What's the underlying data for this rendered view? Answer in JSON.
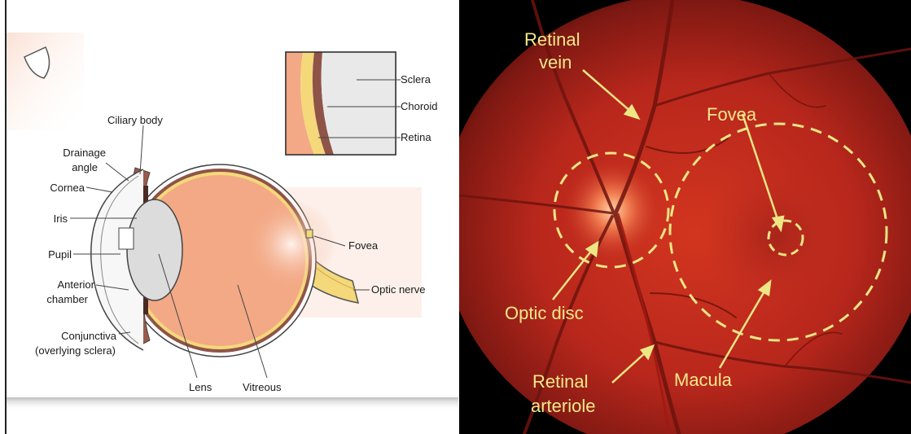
{
  "colors": {
    "accent": "#ede685",
    "retina_fill": "#f3a985",
    "fundus_red": "#b8271c"
  },
  "eye_diagram": {
    "labels": {
      "ciliary_body": "Ciliary body",
      "drainage_angle_line1": "Drainage",
      "drainage_angle_line2": "angle",
      "cornea": "Cornea",
      "iris": "Iris",
      "pupil": "Pupil",
      "anterior_chamber_line1": "Anterior",
      "anterior_chamber_line2": "chamber",
      "conjunctiva_line1": "Conjunctiva",
      "conjunctiva_line2": "(overlying sclera)",
      "lens": "Lens",
      "vitreous": "Vitreous",
      "fovea": "Fovea",
      "optic_nerve": "Optic nerve"
    },
    "inset_labels": {
      "sclera": "Sclera",
      "choroid": "Choroid",
      "retina": "Retina"
    }
  },
  "fundus_photo": {
    "labels": {
      "retinal_vein_line1": "Retinal",
      "retinal_vein_line2": "vein",
      "fovea": "Fovea",
      "optic_disc": "Optic disc",
      "retinal_arteriole_line1": "Retinal",
      "retinal_arteriole_line2": "arteriole",
      "macula": "Macula"
    }
  }
}
